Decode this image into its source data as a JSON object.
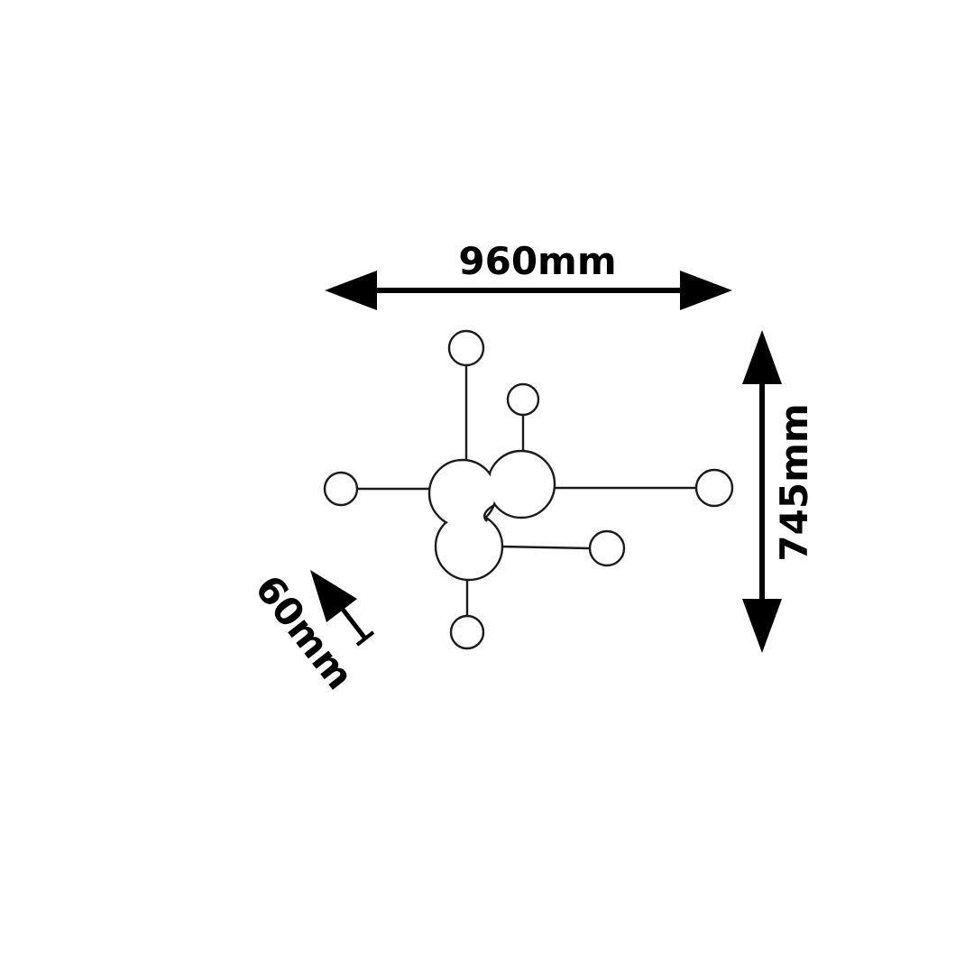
{
  "dimensions": {
    "width_label": "960mm",
    "height_label": "745mm",
    "depth_label": "60mm"
  },
  "colors": {
    "ink": "#000000",
    "background": "#ffffff"
  }
}
